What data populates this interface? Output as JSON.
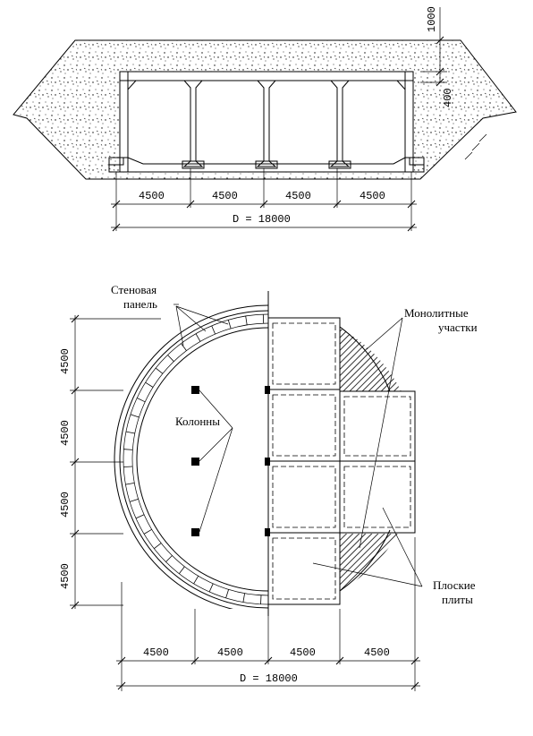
{
  "section": {
    "span_labels": [
      "4500",
      "4500",
      "4500",
      "4500"
    ],
    "total_label": "D = 18000",
    "cover_label": "1000",
    "haunch_label": "400"
  },
  "plan": {
    "row_labels": [
      "4500",
      "4500",
      "4500",
      "4500"
    ],
    "span_labels": [
      "4500",
      "4500",
      "4500",
      "4500"
    ],
    "total_label": "D = 18000",
    "wall_panel_label": [
      "Стеновая",
      "панель"
    ],
    "columns_label": "Колонны",
    "monolithic_label": [
      "Монолитные",
      "участки"
    ],
    "slabs_label": [
      "Плоские",
      "плиты"
    ]
  }
}
